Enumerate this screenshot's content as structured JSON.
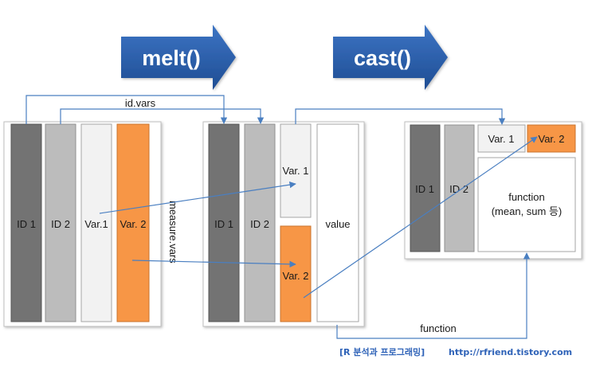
{
  "arrows": {
    "melt": "melt()",
    "cast": "cast()"
  },
  "labels": {
    "id_vars": "id.vars",
    "measure_vars": "measure.vars",
    "function": "function"
  },
  "panel_wide": {
    "id1": "ID 1",
    "id2": "ID 2",
    "var1": "Var.1",
    "var2": "Var. 2"
  },
  "panel_long": {
    "id1": "ID 1",
    "id2": "ID 2",
    "var1": "Var. 1",
    "var2": "Var. 2",
    "value": "value"
  },
  "panel_cast": {
    "id1": "ID 1",
    "id2": "ID 2",
    "var1": "Var. 1",
    "var2": "Var. 2",
    "function_line1": "function",
    "function_line2": "(mean, sum 등)"
  },
  "credit": {
    "blog": "[R 분석과 프로그래밍]",
    "url": "http://rfriend.tistory.com"
  },
  "colors": {
    "id1": "#737373",
    "id2": "#bcbcbc",
    "var1": "#f2f2f2",
    "var2": "#f79646",
    "arrow_blue": "#4a7fc1",
    "big_arrow": "#2c5fa8"
  }
}
